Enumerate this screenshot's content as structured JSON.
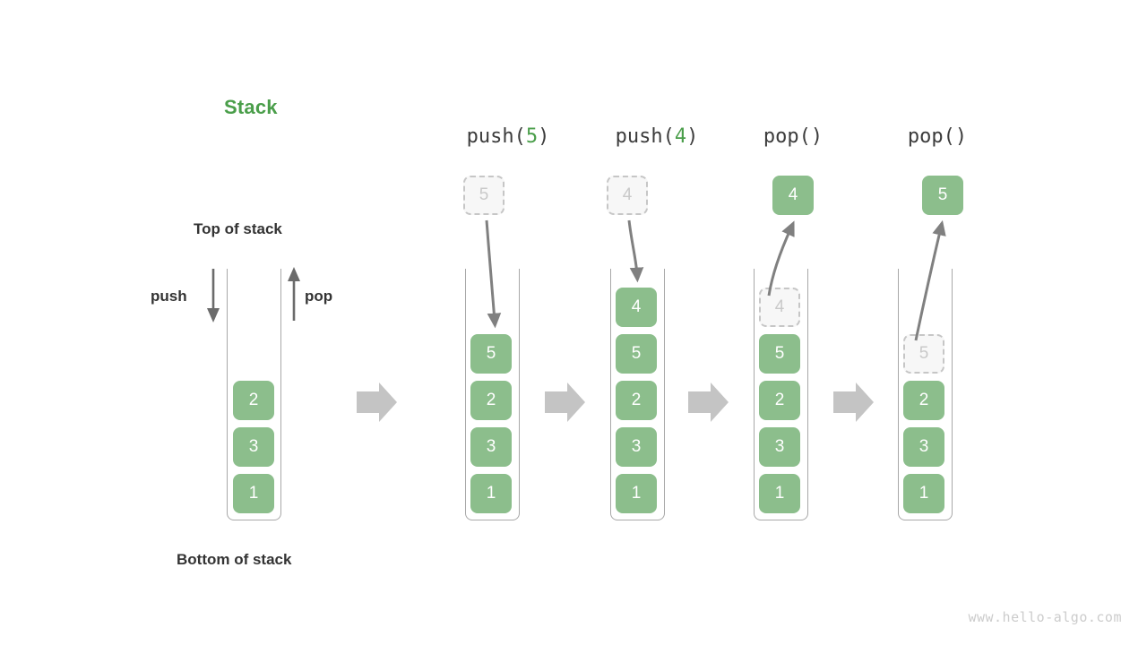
{
  "diagram": {
    "title": "Stack",
    "title_color": "#4a9e4a",
    "cell_color": "#8cbe8c",
    "ghost_color": "#f7f7f7",
    "arrow_color": "#808080",
    "block_arrow_color": "#c4c4c4",
    "labels": {
      "top_of_stack": "Top of stack",
      "bottom_of_stack": "Bottom of stack",
      "push": "push",
      "pop": "pop"
    },
    "watermark": "www.hello-algo.com",
    "columns": [
      {
        "id": "initial",
        "header": "",
        "header_arg": "",
        "cells": [
          "2",
          "3",
          "1"
        ],
        "ghost_index": -1,
        "ghost_value": "",
        "floating_value": ""
      },
      {
        "id": "push-5",
        "header_prefix": "push(",
        "header_arg": "5",
        "header_suffix": ")",
        "cells": [
          "5",
          "2",
          "3",
          "1"
        ],
        "ghost_index": -1,
        "ghost_value": "5",
        "floating_value": ""
      },
      {
        "id": "push-4",
        "header_prefix": "push(",
        "header_arg": "4",
        "header_suffix": ")",
        "cells": [
          "4",
          "5",
          "2",
          "3",
          "1"
        ],
        "ghost_index": -1,
        "ghost_value": "4",
        "floating_value": ""
      },
      {
        "id": "pop-1",
        "header_prefix": "pop(",
        "header_arg": "",
        "header_suffix": ")",
        "cells": [
          "4",
          "5",
          "2",
          "3",
          "1"
        ],
        "ghost_index": 0,
        "ghost_value": "4",
        "floating_value": "4"
      },
      {
        "id": "pop-2",
        "header_prefix": "pop(",
        "header_arg": "",
        "header_suffix": ")",
        "cells": [
          "5",
          "2",
          "3",
          "1"
        ],
        "ghost_index": 0,
        "ghost_value": "5",
        "floating_value": "5"
      }
    ]
  }
}
